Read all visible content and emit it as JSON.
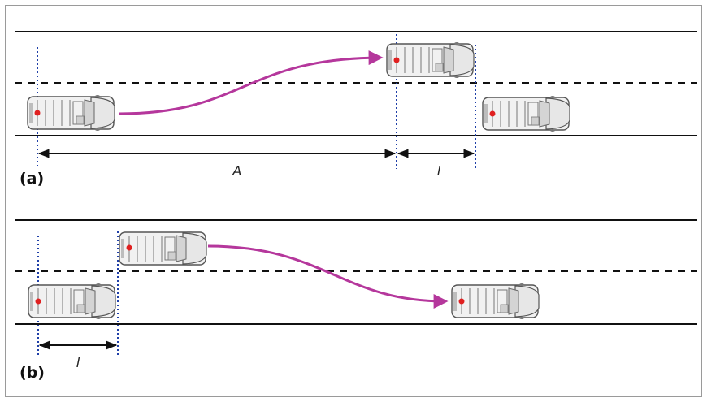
{
  "panels": [
    {
      "id": "a",
      "label": "(a)",
      "dimensions": [
        "A",
        "l"
      ]
    },
    {
      "id": "b",
      "label": "(b)",
      "dimensions": [
        "l"
      ]
    }
  ],
  "colors": {
    "road_line": "#111111",
    "dashed_lane": "#111111",
    "trajectory": "#b5379c",
    "guide_dots": "#1f3fa8",
    "center_marker": "#e02020",
    "car_body": "#f1f1f1",
    "car_outline": "#555555"
  }
}
